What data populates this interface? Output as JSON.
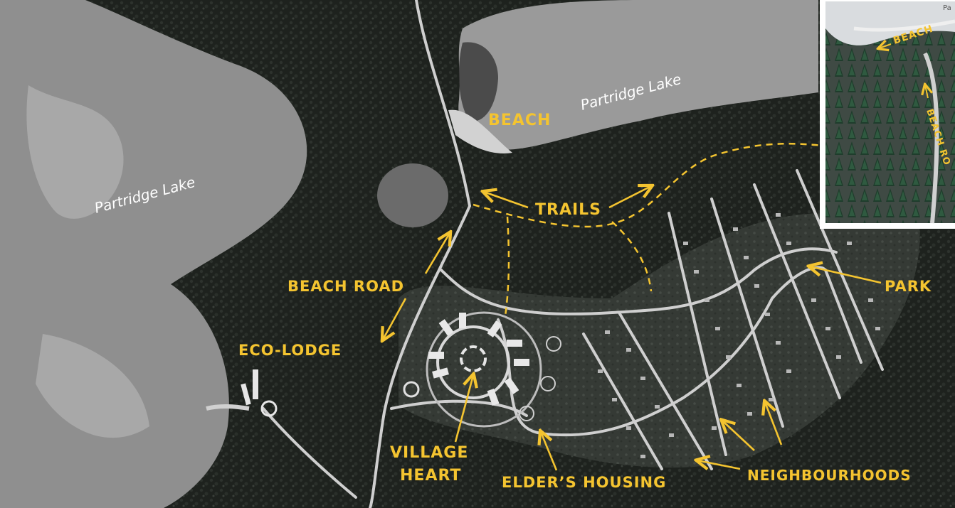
{
  "lakes": {
    "west_lake_name": "Partridge Lake",
    "north_lake_name": "Partridge Lake"
  },
  "labels": {
    "beach": "BEACH",
    "trails": "TRAILS",
    "beach_road": "BEACH ROAD",
    "eco_lodge": "ECO-LODGE",
    "park": "PARK",
    "village_heart_line1": "VILLAGE",
    "village_heart_line2": "HEART",
    "elders_housing": "ELDER’S HOUSING",
    "neighbourhoods": "NEIGHBOURHOODS"
  },
  "inset": {
    "beach": "BEACH",
    "beach_road_partial": "BEACH RO",
    "corner_text": "Pa"
  },
  "colors": {
    "label": "#f4c430",
    "forest": "#1f231f",
    "water": "#8d8d8d",
    "road": "#c9c9c9"
  }
}
